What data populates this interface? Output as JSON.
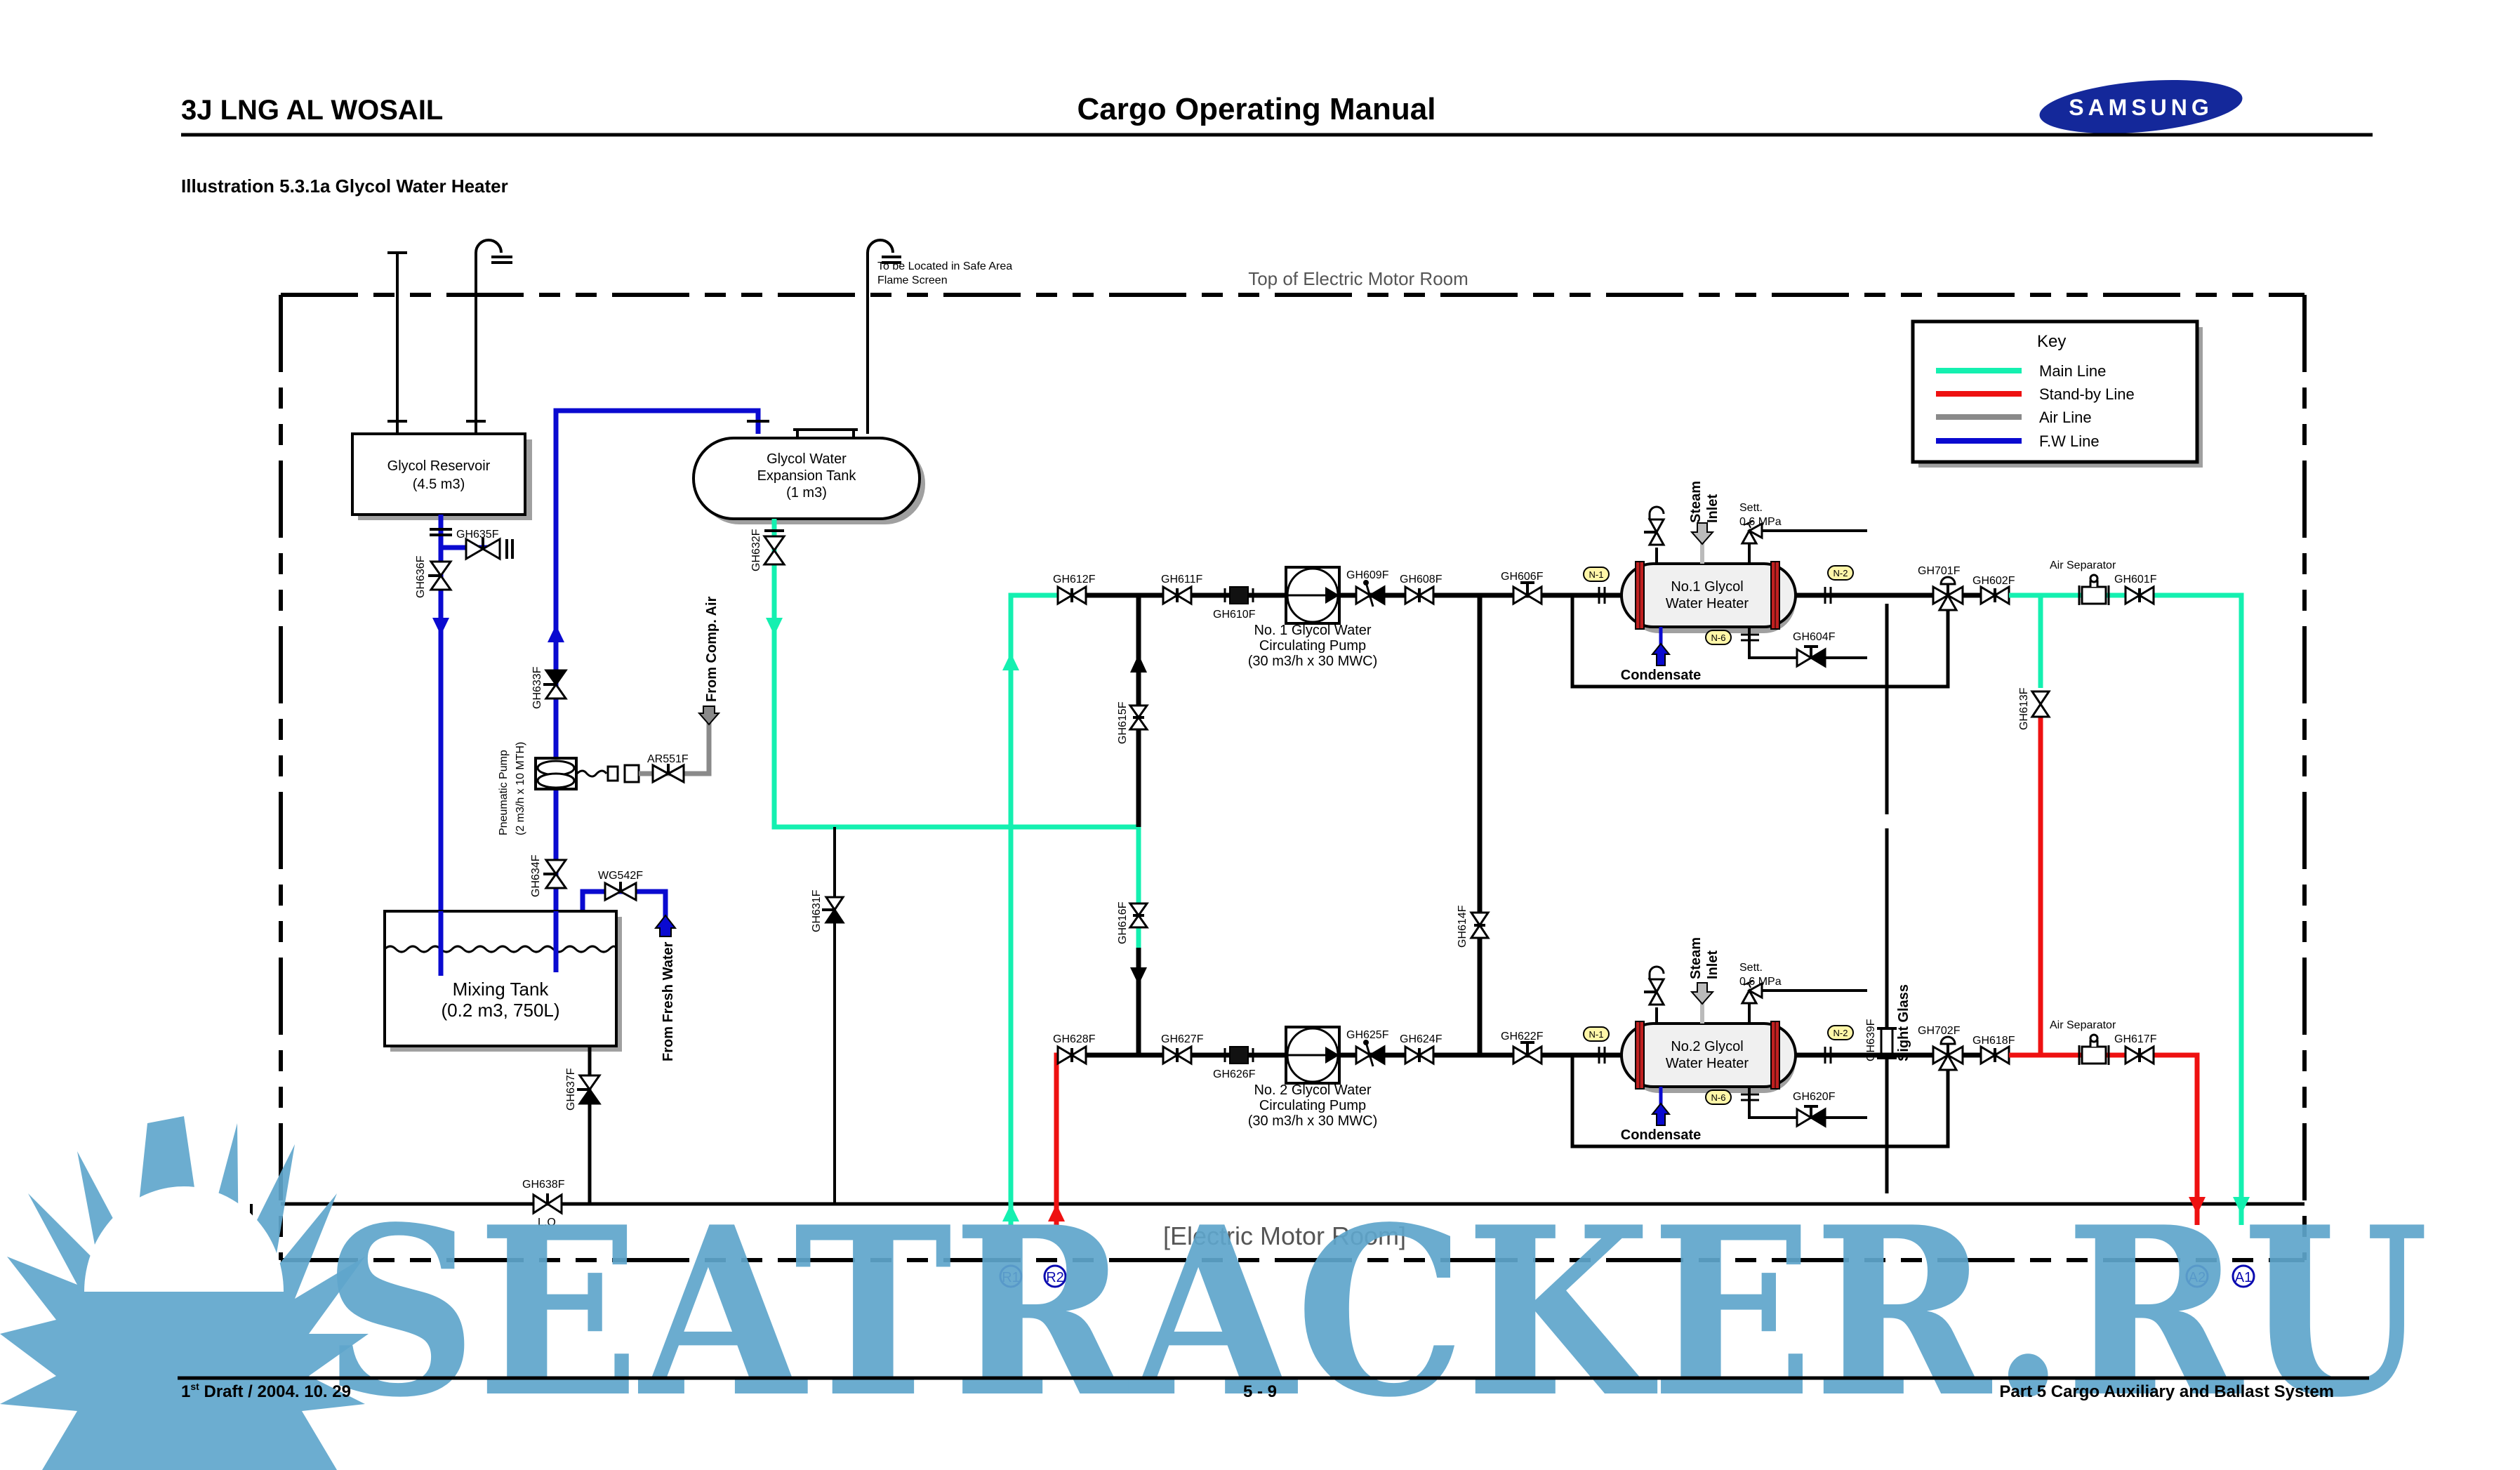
{
  "header": {
    "left": "3J LNG AL WOSAIL",
    "center": "Cargo Operating Manual",
    "logo": "SAMSUNG"
  },
  "caption": "Illustration 5.3.1a Glycol Water Heater",
  "vent_note": [
    "To be Located in Safe Area",
    "Flame Screen"
  ],
  "room_top_label": "Top of Electric Motor Room",
  "room_bottom_label": "[Electric Motor Room]",
  "key": {
    "title": "Key",
    "items": [
      {
        "label": "Main Line",
        "color": "#14f0b0"
      },
      {
        "label": "Stand-by Line",
        "color": "#ee1111"
      },
      {
        "label": "Air Line",
        "color": "#8a8a8a"
      },
      {
        "label": "F.W Line",
        "color": "#0a0ad0"
      }
    ]
  },
  "equipment": {
    "reservoir": [
      "Glycol Reservoir",
      "(4.5 m3)"
    ],
    "expansion_tank": [
      "Glycol Water",
      "Expansion Tank",
      "(1 m3)"
    ],
    "mixing_tank": [
      "Mixing Tank",
      "(0.2 m3, 750L)"
    ],
    "pneumatic_pump": [
      "Pneumatic Pump",
      "(2 m3/h x 10 MTH)"
    ],
    "pump1": [
      "No. 1 Glycol Water",
      "Circulating Pump",
      "(30 m3/h x 30 MWC)"
    ],
    "pump2": [
      "No. 2 Glycol Water",
      "Circulating Pump",
      "(30 m3/h x 30 MWC)"
    ],
    "heater1": [
      "No.1 Glycol",
      "Water Heater"
    ],
    "heater2": [
      "No.2 Glycol",
      "Water Heater"
    ],
    "air_separator": "Air Separator",
    "steam_inlet": [
      "Steam",
      "Inlet"
    ],
    "condensate": "Condensate",
    "sett": [
      "Sett.",
      "0.6 MPa"
    ],
    "sight_glass": "Sight Glass",
    "from_comp_air": "From Comp. Air",
    "from_fresh_water": "From Fresh Water",
    "lo": "L.O"
  },
  "nozzles": {
    "n1": "N-1",
    "n2": "N-2",
    "n6": "N-6"
  },
  "valves": {
    "GH635F": "GH635F",
    "GH636F": "GH636F",
    "GH632F": "GH632F",
    "GH633F": "GH633F",
    "GH634F": "GH634F",
    "AR551F": "AR551F",
    "WG542F": "WG542F",
    "GH637F": "GH637F",
    "GH638F": "GH638F",
    "GH631F": "GH631F",
    "GH612F": "GH612F",
    "GH611F": "GH611F",
    "GH610F": "GH610F",
    "GH609F": "GH609F",
    "GH608F": "GH608F",
    "GH606F": "GH606F",
    "GH615F": "GH615F",
    "GH616F": "GH616F",
    "GH614F": "GH614F",
    "GH604F": "GH604F",
    "GH701F": "GH701F",
    "GH602F": "GH602F",
    "GH601F": "GH601F",
    "GH613F": "GH613F",
    "GH628F": "GH628F",
    "GH627F": "GH627F",
    "GH626F": "GH626F",
    "GH625F": "GH625F",
    "GH624F": "GH624F",
    "GH622F": "GH622F",
    "GH620F": "GH620F",
    "GH639F": "GH639F",
    "GH702F": "GH702F",
    "GH618F": "GH618F",
    "GH617F": "GH617F"
  },
  "connections": {
    "r1": "R1",
    "r2": "R2",
    "a1": "A1",
    "a2": "A2"
  },
  "footer": {
    "draft_num": "1",
    "draft_sup": "st",
    "draft_rest": " Draft / 2004. 10. 29",
    "page": "5 - 9",
    "section": "Part 5 Cargo Auxiliary and Ballast System"
  },
  "watermark": "SEATRACKER.RU"
}
